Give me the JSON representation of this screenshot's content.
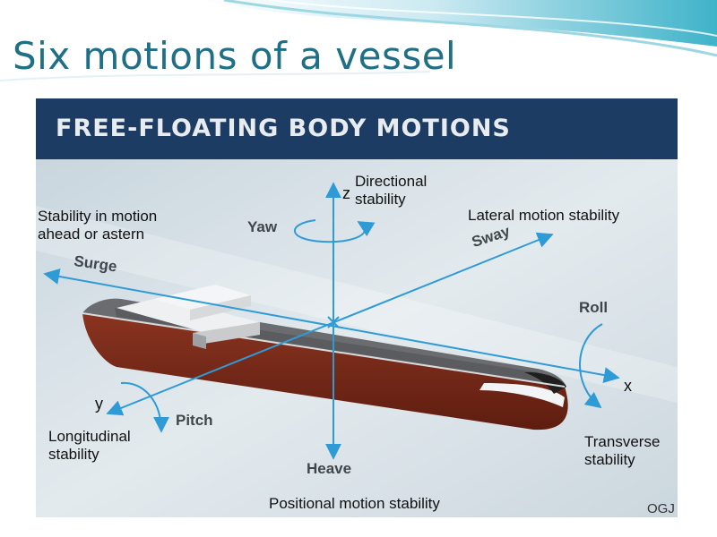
{
  "slide": {
    "title": "Six motions of a vessel"
  },
  "figure": {
    "heading": "FREE-FLOATING BODY MOTIONS",
    "credit": "OGJ",
    "motions": {
      "yaw": "Yaw",
      "sway": "Sway",
      "surge": "Surge",
      "roll": "Roll",
      "pitch": "Pitch",
      "heave": "Heave"
    },
    "axes": {
      "x": "x",
      "y": "y",
      "z": "z"
    },
    "stability_labels": {
      "directional_line1": "Directional",
      "directional_line2": "stability",
      "surge_line1": "Stability in motion",
      "surge_line2": "ahead or astern",
      "lateral": "Lateral motion stability",
      "longitudinal_line1": "Longitudinal",
      "longitudinal_line2": "stability",
      "transverse_line1": "Transverse",
      "transverse_line2": "stability",
      "positional": "Positional motion stability"
    }
  },
  "colors": {
    "title": "#1f6f86",
    "header_bg": "#1c3c64",
    "arrow": "#2f9bd6",
    "hull": "#7a2a18",
    "deck": "#5d5e60"
  }
}
